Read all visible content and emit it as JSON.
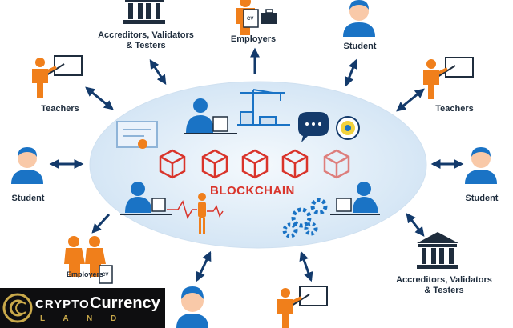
{
  "diagram": {
    "center_label": "BLOCKCHAIN",
    "nodes": [
      {
        "id": "accreditors-top",
        "label_lines": [
          "Accreditors, Validators",
          "& Testers"
        ]
      },
      {
        "id": "employers-top",
        "label": "Employers"
      },
      {
        "id": "student-top",
        "label": "Student"
      },
      {
        "id": "teachers-left",
        "label": "Teachers"
      },
      {
        "id": "teachers-right",
        "label": "Teachers"
      },
      {
        "id": "student-left",
        "label": "Student"
      },
      {
        "id": "student-right",
        "label": "Student"
      },
      {
        "id": "employers-bottom",
        "label": "Employers"
      },
      {
        "id": "accreditors-bottom",
        "label_lines": [
          "Accreditors, Validators",
          "& Testers"
        ]
      }
    ],
    "cv_tag": "CV",
    "chat_icon": "speech-bubble-icon",
    "badge_icon": "digital-badge-icon",
    "colors": {
      "orange": "#f07f1b",
      "blue": "#1a73c5",
      "navy": "#133a6b",
      "red": "#d9342b",
      "ellipse": "#dbe9f6"
    }
  },
  "brand": {
    "word1": "CRYPTO",
    "word2": "Currency",
    "word3": "L A N D",
    "colors": {
      "gold": "#c9a94a",
      "bg": "#0e0e10"
    }
  }
}
